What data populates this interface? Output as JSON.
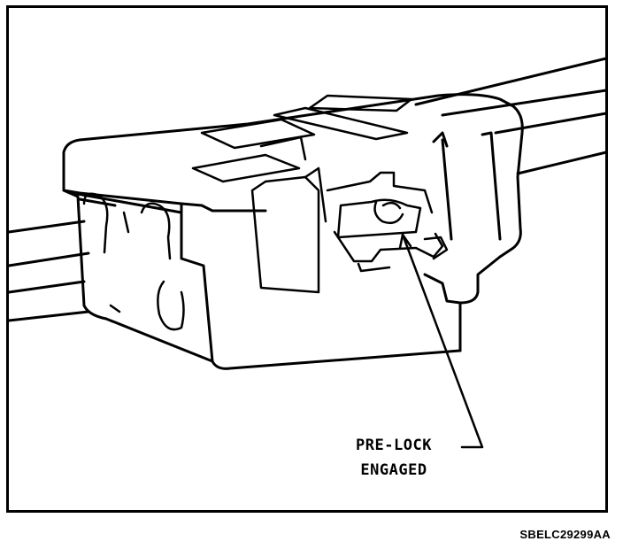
{
  "figure": {
    "callout_line1": "PRE-LOCK",
    "callout_line2": "ENGAGED",
    "figure_code": "SBELC29299AA"
  },
  "colors": {
    "ink": "#000000",
    "paper": "#ffffff"
  }
}
